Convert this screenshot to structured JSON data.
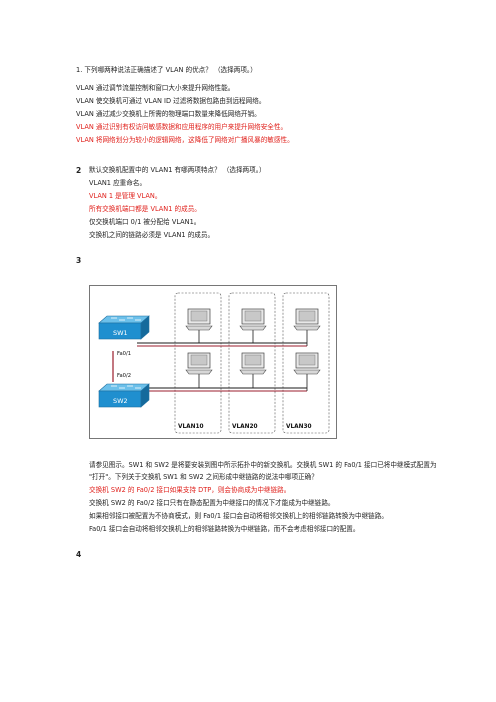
{
  "q1": {
    "question": "1.  下列哪两种说法正确描述了  VLAN  的优点？  （选择两项。）",
    "options": [
      {
        "text": "VLAN  通过调节流量控制和窗口大小来提升网络性能。",
        "correct": false
      },
      {
        "text": "VLAN  使交换机可通过  VLAN ID  过滤将数据包路由到远程网络。",
        "correct": false
      },
      {
        "text": "VLAN  通过减少交换机上所需的物理端口数量来降低网络开销。",
        "correct": false
      },
      {
        "text": "VLAN  通过识别有权访问敏感数据和应用程序的用户来提升网络安全性。",
        "correct": true
      },
      {
        "text": "VLAN  将网络划分为较小的逻辑网络，这降低了网络对广播风暴的敏感性。",
        "correct": true
      }
    ]
  },
  "q2": {
    "number": "2",
    "question": "默认交换机配置中的  VLAN1  有哪两项特点？  （选择两项。）",
    "options": [
      {
        "text": "VLAN1  应重命名。",
        "correct": false
      },
      {
        "text": "VLAN 1  是管理  VLAN。",
        "correct": true
      },
      {
        "text": "所有交换机端口都是  VLAN1  的成员。",
        "correct": true
      },
      {
        "text": "仅交换机端口  0/1  被分配给  VLAN1。",
        "correct": false
      },
      {
        "text": "交换机之间的链路必须是  VLAN1  的成员。",
        "correct": false
      }
    ]
  },
  "q3": {
    "number": "3",
    "diagram": {
      "sw1": "SW1",
      "sw2": "SW2",
      "port1": "Fa0/1",
      "port2": "Fa0/2",
      "vlans": [
        "VLAN10",
        "VLAN20",
        "VLAN30"
      ],
      "colors": {
        "switch": "#1f8fcf",
        "trunk": "#9b1c2c",
        "access": "#1a1a1a",
        "frame": "#555555"
      }
    },
    "question_line1": "请参见图示。SW1  和  SW2  是将要安装到图中所示拓扑中的新交换机。交换机  SW1  的  Fa0/1  接口已将中继模式配置为",
    "question_line2": "\"打开\"。下列关于交换机  SW1  和  SW2  之间形成中继链路的说法中哪项正确？",
    "options": [
      {
        "text": "交换机  SW2  的  Fa0/2  接口如果支持  DTP，则会协商成为中继链路。",
        "correct": true
      },
      {
        "text": "交换机  SW2  的  Fa0/2  接口只有在静态配置为中继接口的情况下才能成为中继链路。",
        "correct": false
      },
      {
        "text": "如果相邻接口被配置为不协商模式，则  Fa0/1  接口会自动将相邻交换机上的相邻链路转换为中继链路。",
        "correct": false
      },
      {
        "text": "Fa0/1  接口会自动将相邻交换机上的相邻链路转换为中继链路，而不会考虑相邻接口的配置。",
        "correct": false
      }
    ]
  },
  "q4": {
    "number": "4"
  },
  "colors": {
    "correct": "#e0201b",
    "text": "#222222"
  }
}
